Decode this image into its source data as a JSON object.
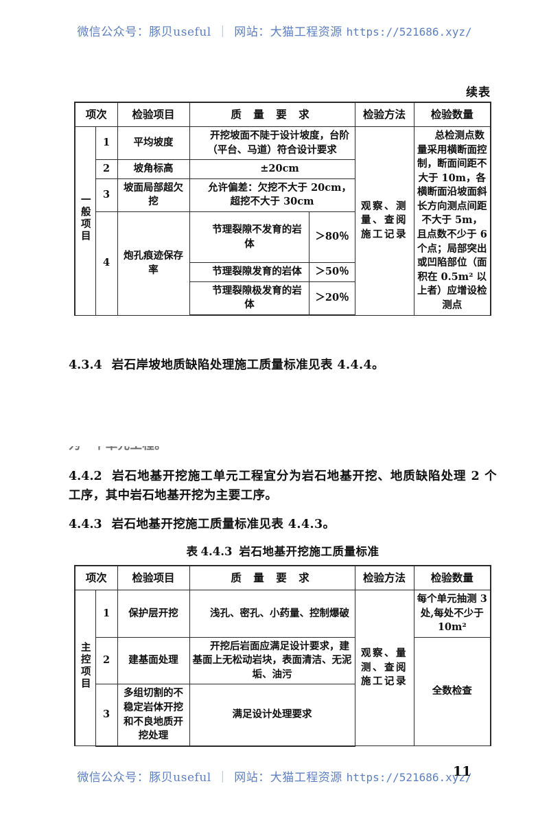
{
  "watermark": {
    "wechat_label": "微信公众号：豚贝useful",
    "separator": "｜",
    "site_label": "网站：大猫工程资源",
    "url": "https://521686.xyz/"
  },
  "page_number": "11",
  "continued_label": "续表",
  "table_4_4_2": {
    "headers": {
      "index": "项次",
      "item": "检验项目",
      "requirement": "质 量 要 求",
      "method": "检验方法",
      "quantity": "检验数量"
    },
    "category": "一般项目",
    "method_text": "观察、测量、查阅施工记录",
    "quantity_text": "总检测点数量采用横断面控制，断面间距不大于 10m，各横断面沿坡面斜长方向测点间距不大于 5m，且点数不少于 6 个点；局部突出或凹陷部位（面积在 0.5m² 以上者）应增设检测点",
    "rows": [
      {
        "index": "1",
        "item": "平均坡度",
        "requirement": "开挖坡面不陡于设计坡度，台阶（平台、马道）符合设计要求"
      },
      {
        "index": "2",
        "item": "坡角标高",
        "requirement": "±20cm"
      },
      {
        "index": "3",
        "item": "坡面局部超欠挖",
        "requirement": "允许偏差：欠挖不大于 20cm，超挖不大于 30cm"
      },
      {
        "index": "4",
        "item": "炮孔痕迹保存率",
        "sub_rows": [
          {
            "requirement": "节理裂隙不发育的岩体",
            "value": "＞80％"
          },
          {
            "requirement": "节理裂隙发育的岩体",
            "value": "＞50％"
          },
          {
            "requirement": "节理裂隙极发育的岩体",
            "value": "＞20％"
          }
        ]
      }
    ]
  },
  "paragraph_434": {
    "number": "4.3.4",
    "text": "岩石岸坡地质缺陷处理施工质量标准见表 4.4.4。"
  },
  "clipped_line": {
    "text": "为一个单元工程。"
  },
  "paragraph_442": {
    "number": "4.4.2",
    "text": "岩石地基开挖施工单元工程宜分为岩石地基开挖、地质缺陷处理 2 个工序，其中岩石地基开挖为主要工序。"
  },
  "paragraph_443": {
    "number": "4.4.3",
    "text": "岩石地基开挖施工质量标准见表 4.4.3。"
  },
  "table_caption_443": {
    "prefix": "表",
    "number": "4.4.3",
    "title": "岩石地基开挖施工质量标准"
  },
  "table_4_4_3": {
    "headers": {
      "index": "项次",
      "item": "检验项目",
      "requirement": "质 量 要 求",
      "method": "检验方法",
      "quantity": "检验数量"
    },
    "category": "主控项目",
    "method_text": "观察、量测、查阅施工记录",
    "rows": [
      {
        "index": "1",
        "item": "保护层开挖",
        "requirement": "浅孔、密孔、小药量、控制爆破",
        "quantity": "每个单元抽测 3 处,每处不少于 10m²"
      },
      {
        "index": "2",
        "item": "建基面处理",
        "requirement": "开挖后岩面应满足设计要求，建基面上无松动岩块，表面清洁、无泥垢、油污",
        "quantity": ""
      },
      {
        "index": "3",
        "item": "多组切割的不稳定岩体开挖和不良地质开挖处理",
        "requirement": "满足设计处理要求",
        "quantity": "全数检查"
      }
    ]
  }
}
